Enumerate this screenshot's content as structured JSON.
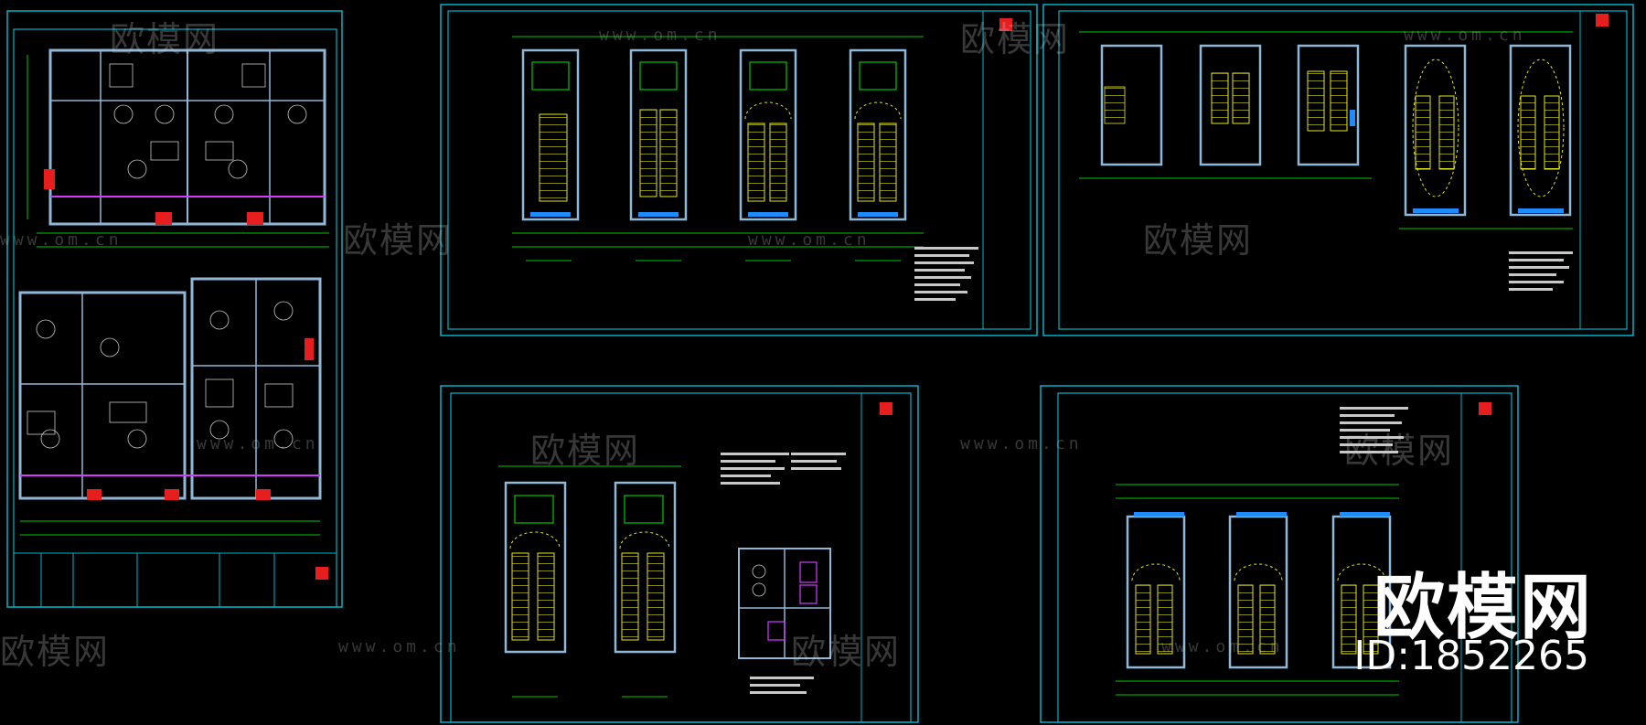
{
  "watermark": {
    "brand": "欧模网",
    "url": "www.om.cn",
    "id_label": "ID:1852265"
  },
  "colors": {
    "background": "#000000",
    "frame": "#00b4c8",
    "wall": "#8fb8d8",
    "dimension": "#00c800",
    "stair": "#e6e61e",
    "furniture": "#c8c8c8",
    "window": "#1e8cff",
    "door": "#d23cff",
    "column": "#e61e1e"
  }
}
